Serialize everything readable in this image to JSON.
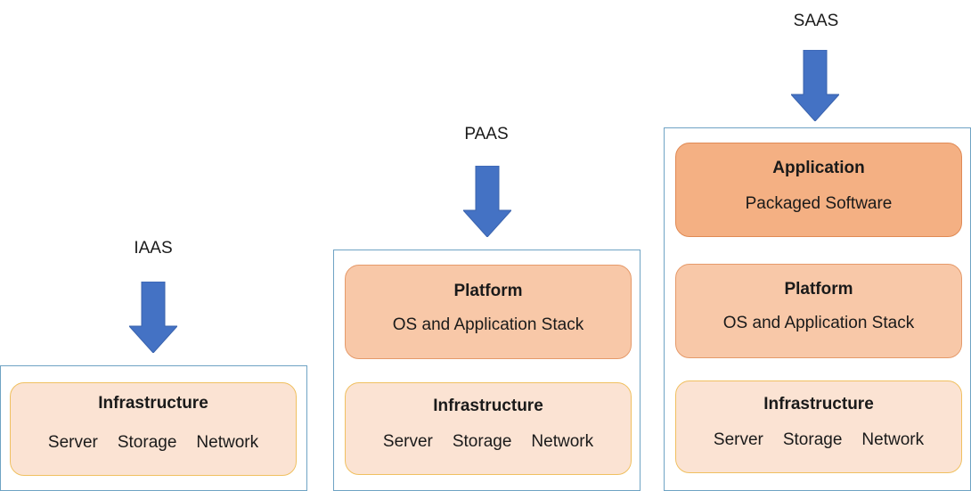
{
  "colors": {
    "arrow": "#4472c4",
    "container_border": "#6fa3c4",
    "infrastructure_fill": "#fbe3d3",
    "infrastructure_border": "#f0c060",
    "platform_fill": "#f8c8a8",
    "application_fill": "#f4b083"
  },
  "columns": [
    {
      "label": "IAAS",
      "infrastructure": {
        "title": "Infrastructure",
        "items": [
          "Server",
          "Storage",
          "Network"
        ]
      }
    },
    {
      "label": "PAAS",
      "platform": {
        "title": "Platform",
        "subtitle": "OS and Application Stack"
      },
      "infrastructure": {
        "title": "Infrastructure",
        "items": [
          "Server",
          "Storage",
          "Network"
        ]
      }
    },
    {
      "label": "SAAS",
      "application": {
        "title": "Application",
        "subtitle": "Packaged Software"
      },
      "platform": {
        "title": "Platform",
        "subtitle": "OS and Application Stack"
      },
      "infrastructure": {
        "title": "Infrastructure",
        "items": [
          "Server",
          "Storage",
          "Network"
        ]
      }
    }
  ]
}
